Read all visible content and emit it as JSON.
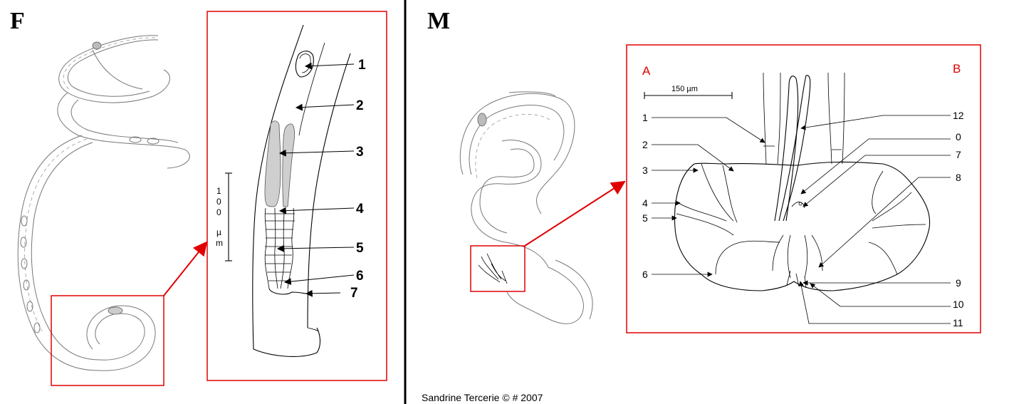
{
  "panels": {
    "female": {
      "letter": "F",
      "labels": [
        "1",
        "2",
        "3",
        "4",
        "5",
        "6",
        "7"
      ],
      "scale_text": [
        "1",
        "0",
        "0",
        "µ",
        "m"
      ]
    },
    "male": {
      "letter": "M",
      "side_a": "A",
      "side_b": "B",
      "scale_text": "150 µm",
      "labels_left": [
        "1",
        "2",
        "3",
        "4",
        "5",
        "6"
      ],
      "labels_right": [
        "12",
        "0",
        "7",
        "8",
        "9",
        "10",
        "11"
      ]
    }
  },
  "credit": "Sandrine Tercerie © # 2007",
  "colors": {
    "highlight": "#e00000",
    "ink": "#000000",
    "worm": "#777777"
  }
}
